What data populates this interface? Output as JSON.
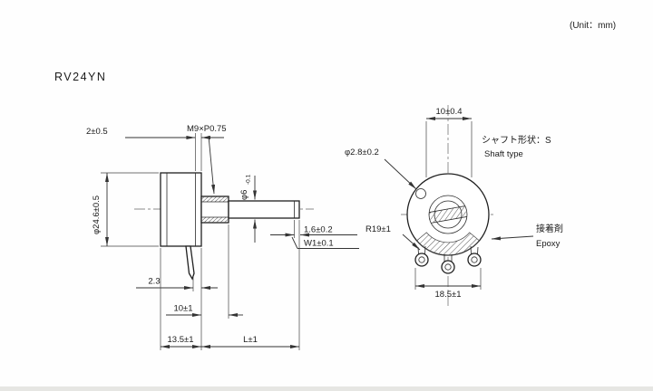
{
  "header": {
    "model": "RV24YN",
    "unit_label": "(Unit：mm)"
  },
  "side_view": {
    "dim_front_thickness": "2±0.5",
    "dim_thread": "M9×P0.75",
    "dim_shaft_dia_main": "φ6",
    "dim_shaft_dia_tol": "-0.1",
    "dim_body_dia": "φ24.6±0.5",
    "dim_slot_width": "1.6±0.2",
    "dim_slot_depth": "W1±0.1",
    "dim_terminal_offset": "2.3",
    "dim_bushing_length": "10±1",
    "dim_body_length": "13.5±1",
    "dim_shaft_length": "L±1"
  },
  "front_view": {
    "dim_top_width": "10±0.4",
    "dim_lug_dia": "φ2.8±0.2",
    "label_shaft_shape_jp": "シャフト形状：S",
    "label_shaft_shape_en": "Shaft type",
    "dim_terminal_radius": "R19±1",
    "label_adhesive_jp": "接着剤",
    "label_adhesive_en": "Epoxy",
    "dim_terminal_span": "18.5±1"
  },
  "colors": {
    "line": "#202020",
    "background": "#fefefe"
  }
}
